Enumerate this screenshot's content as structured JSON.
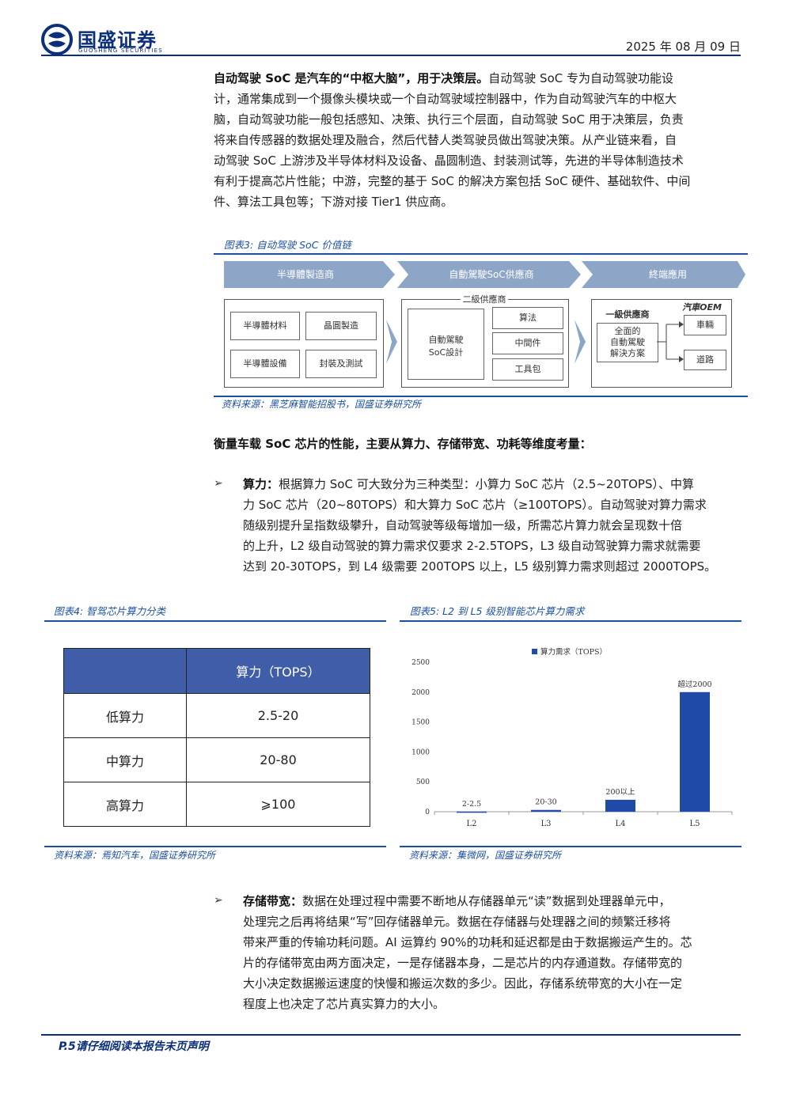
{
  "header": {
    "logo_cn": "国盛证券",
    "logo_en": "GUOSHENG SECURITIES",
    "date": "2025 年 08 月 09 日"
  },
  "intro": {
    "lead": "自动驾驶 SoC 是汽车的“中枢大脑”，用于决策层。",
    "lines": [
      "自动驾驶 SoC 专为自动驾驶功能设",
      "计，通常集成到一个摄像头模块或一个自动驾驶域控制器中，作为自动驾驶汽车的中枢大",
      "脑，自动驾驶功能一般包括感知、决策、执行三个层面，自动驾驶 SoC 用于决策层，负责",
      "将来自传感器的数据处理及融合，然后代替人类驾驶员做出驾驶决策。从产业链来看，自",
      "动驾驶 SoC 上游涉及半导体材料及设备、晶圆制造、封装测试等，先进的半导体制造技术",
      "有利于提高芯片性能；中游，完整的基于 SoC 的解决方案包括 SoC 硬件、基础软件、中间",
      "件、算法工具包等；下游对接 Tier1 供应商。"
    ]
  },
  "fig3": {
    "caption": "图表3:  自动驾驶 SoC 价值链",
    "bands": [
      "半導體製造商",
      "自動駕駛SoC供應商",
      "終端應用"
    ],
    "upstream": [
      "半導體材料",
      "晶圓製造",
      "半導體設備",
      "封裝及測試"
    ],
    "tier2_title": "二級供應商",
    "soc_design": [
      "自動駕駛",
      "SoC設計"
    ],
    "tier2_items": [
      "算法",
      "中間件",
      "工具包"
    ],
    "tier1_title": "一級供應商",
    "oem_title": "汽車OEM",
    "tier1_box": [
      "全面的",
      "自動駕駛",
      "解決方案"
    ],
    "oem_items": [
      "車輛",
      "道路"
    ],
    "source": "资料来源：黑芝麻智能招股书，国盛证券研究所"
  },
  "section_heading": "衡量车载 SoC 芯片的性能，主要从算力、存储带宽、功耗等维度考量：",
  "compute": {
    "bullet": "➢",
    "title": "算力：",
    "lines": [
      "根据算力 SoC 可大致分为三种类型：小算力 SoC 芯片（2.5~20TOPS）、中算",
      "力 SoC 芯片（20~80TOPS）和大算力 SoC 芯片（≥100TOPS）。自动驾驶对算力需求",
      "随级别提升呈指数级攀升，自动驾驶等级每增加一级，所需芯片算力就会呈现数十倍",
      "的上升，L2 级自动驾驶的算力需求仅要求 2-2.5TOPS，L3 级自动驾驶算力需求就需要",
      "达到 20-30TOPS，到 L4 级需要 200TOPS 以上，L5 级别算力需求则超过 2000TOPS。"
    ]
  },
  "fig4": {
    "caption": "图表4:  智驾芯片算力分类",
    "header": "算力（TOPS）",
    "rows": [
      {
        "label": "低算力",
        "value": "2.5-20"
      },
      {
        "label": "中算力",
        "value": "20-80"
      },
      {
        "label": "高算力",
        "value": "⩾100"
      }
    ],
    "source": "资料来源：焉知汽车，国盛证券研究所"
  },
  "fig5": {
    "caption": "图表5:  L2 到 L5 级别智能芯片算力需求",
    "source": "资料来源：集微网，国盛证券研究所"
  },
  "chart_data": {
    "type": "bar",
    "categories": [
      "L2",
      "L3",
      "L4",
      "L5"
    ],
    "series": [
      {
        "name": "算力需求（TOPS）",
        "values": [
          2.5,
          30,
          200,
          2000
        ]
      }
    ],
    "data_labels": [
      "2-2.5",
      "20-30",
      "200以上",
      "超过2000"
    ],
    "yticks": [
      0,
      500,
      1000,
      1500,
      2000,
      2500
    ],
    "ylim": [
      0,
      2500
    ],
    "color": "#1f4aa8",
    "legend": "top",
    "grid": false
  },
  "bandwidth": {
    "bullet": "➢",
    "title": "存储带宽：",
    "lines": [
      "数据在处理过程中需要不断地从存储器单元“读”数据到处理器单元中，",
      "处理完之后再将结果“写”回存储器单元。数据在存储器与处理器之间的频繁迁移将",
      "带来严重的传输功耗问题。AI 运算约 90%的功耗和延迟都是由于数据搬运产生的。芯",
      "片的存储带宽由两方面决定，一是存储器本身，二是芯片的内存通道数。存储带宽的",
      "大小决定数据搬运速度的快慢和搬运次数的多少。因此，存储系统带宽的大小在一定",
      "程度上也决定了芯片真实算力的大小。"
    ]
  },
  "footer": {
    "text": "P.5请仔细阅读本报告末页声明"
  }
}
